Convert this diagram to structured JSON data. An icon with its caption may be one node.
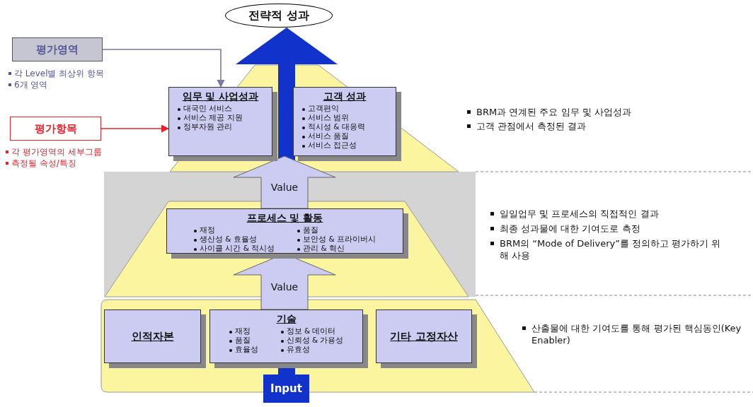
{
  "diagram": {
    "nodes": [
      {
        "text": [
          "전략적 성과"
        ]
      },
      {
        "text": [
          "평가영역"
        ],
        "beside": [
          "각 Level별 최상위 항목",
          "6개 영역"
        ]
      },
      {
        "text": [
          "평가항목"
        ],
        "beside": [
          "각 평가영역의 세부그룹",
          "측정될 속성/특징"
        ]
      },
      {
        "text": [
          "임무 및 사업성과",
          "대국민 서비스",
          "서비스 제공 지원",
          "정부자원 관리"
        ]
      },
      {
        "text": [
          "고객 성과",
          "고객편익",
          "서비스 범위",
          "적시성 & 대응력",
          "서비스 품질",
          "서비스 접근성"
        ]
      },
      {
        "text": [
          "프로세스 및 활동",
          "재정",
          "생산성 & 효율성",
          "사이클 시간 & 적시성",
          "품질",
          "보안성 & 프라이버시",
          "관리 & 혁신"
        ]
      },
      {
        "text": [
          "인적자본"
        ]
      },
      {
        "text": [
          "기술",
          "재정",
          "품질",
          "효율성",
          "정보 & 데이터",
          "신뢰성 & 가용성",
          "유효성"
        ]
      },
      {
        "text": [
          "기타 고정자산"
        ]
      },
      {
        "text": [
          "Input"
        ]
      }
    ],
    "edges": [
      {
        "from": 9,
        "to": 0,
        "arrow": "to",
        "color": "#1133cc"
      },
      {
        "from": 5,
        "to": 3,
        "arrow": "to",
        "label": "Value"
      },
      {
        "from": 7,
        "to": 5,
        "arrow": "to",
        "label": "Value"
      },
      {
        "from": 1,
        "to": 3,
        "arrow": "to",
        "color": "#7a7aa0"
      },
      {
        "from": 2,
        "to": 3,
        "arrow": "to",
        "color": "#e8202a"
      }
    ],
    "labels": [
      "BRM과 연계된 주요 임무 및 사업성과",
      "고객 관점에서 측정된 결과",
      "일일업무 및 프로세스의 직접적인 결과",
      "최종 성과물에 대한 기여도로 측정",
      "BRM의 “Mode of Delivery”를 정의하고 평가하기 위해 사용",
      "산출물에 대한 기여도를 통해 평가된 핵심동인(Key Enabler)"
    ]
  }
}
